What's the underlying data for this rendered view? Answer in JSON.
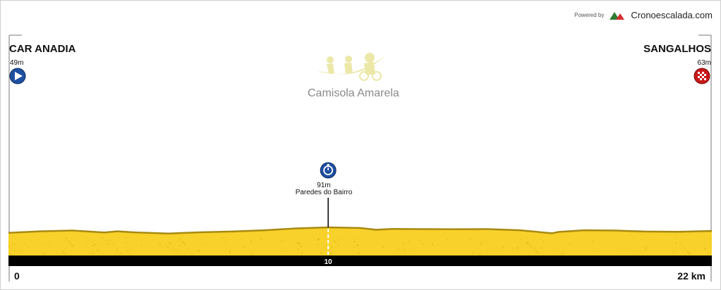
{
  "powered_by": "Powered by",
  "brand": "Cronoescalada.com",
  "watermark": "Camisola Amarela",
  "start": {
    "name": "CAR ANADIA",
    "altitude": "49m"
  },
  "finish": {
    "name": "SANGALHOS",
    "altitude": "63m"
  },
  "waypoint": {
    "altitude": "91m",
    "name": "Paredes do Bairro",
    "km": 10
  },
  "axis": {
    "start_label": "0",
    "end_label": "22 km",
    "tick_label": "10"
  },
  "colors": {
    "profile_fill": "#f8d12a",
    "profile_edge": "#a88a12",
    "axis_bar": "#000000",
    "start_icon": "#1f4fa0",
    "finish_icon": "#c81818",
    "watermark": "#ece8a8"
  },
  "icons": {
    "start": "play-icon",
    "finish": "checkered-flag-icon",
    "waypoint": "climb-timer-icon"
  },
  "chart_data": {
    "type": "area",
    "title": "",
    "xlabel": "",
    "ylabel": "",
    "xlim": [
      0,
      22
    ],
    "ylim": [
      0,
      91
    ],
    "x": [
      0,
      1,
      2,
      3,
      3.4,
      4,
      5,
      6,
      7,
      8,
      9,
      10,
      11,
      11.5,
      12,
      13,
      14,
      15,
      16,
      17,
      17.2,
      18,
      19,
      20,
      21,
      22
    ],
    "y": [
      49,
      60,
      66,
      52,
      60,
      52,
      44,
      53,
      59,
      68,
      82,
      90,
      85,
      72,
      78,
      77,
      76,
      77,
      68,
      46,
      56,
      68,
      66,
      58,
      57,
      63
    ]
  }
}
